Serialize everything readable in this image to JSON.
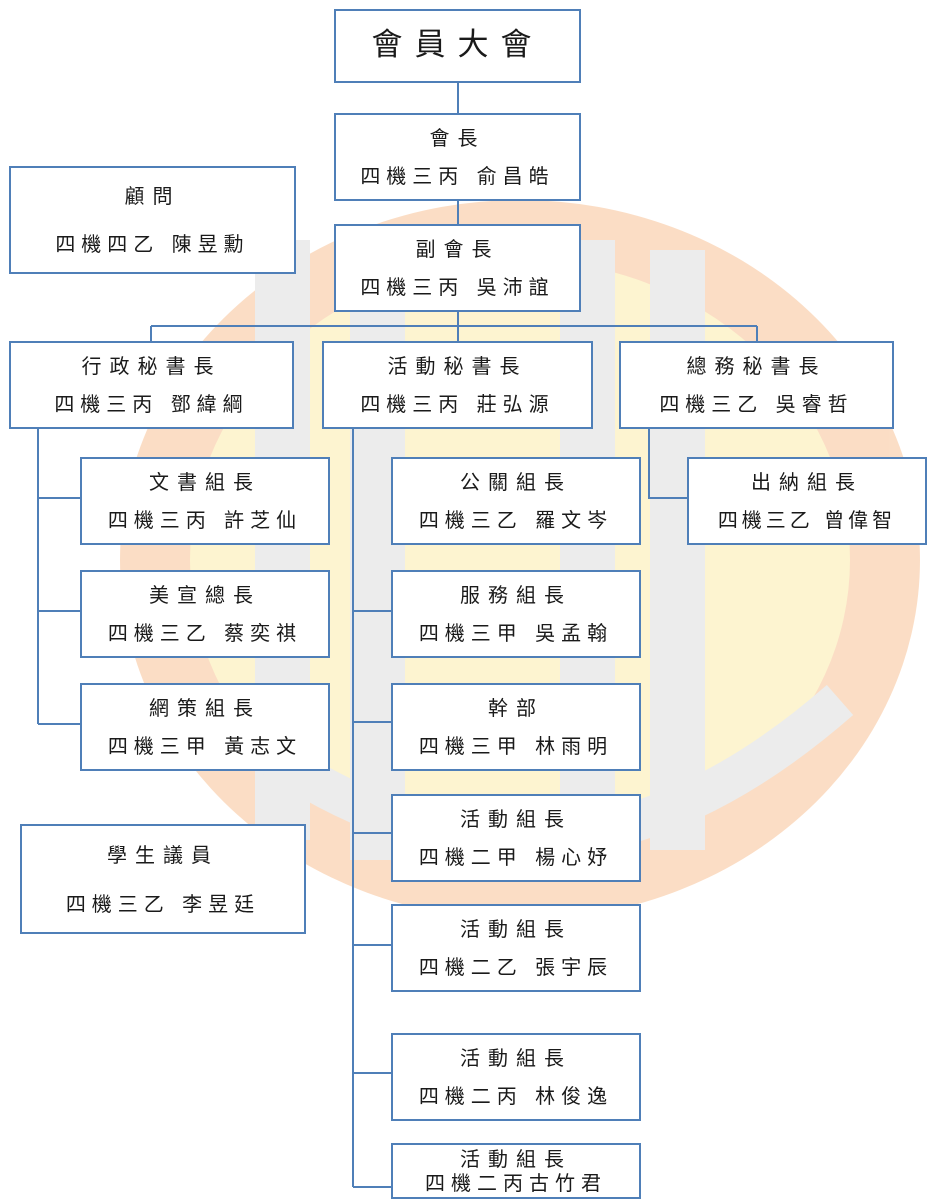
{
  "title": "會員大會",
  "nodes": {
    "president": {
      "title": "會長",
      "name": "四機三丙 俞昌皓"
    },
    "vice_president": {
      "title": "副會長",
      "name": "四機三丙 吳沛誼"
    },
    "advisor": {
      "title": "顧問",
      "name": "四機四乙 陳昱勳"
    },
    "admin_secretary": {
      "title": "行政秘書長",
      "name": "四機三丙 鄧緯綱"
    },
    "activity_secretary": {
      "title": "活動秘書長",
      "name": "四機三丙 莊弘源"
    },
    "general_secretary": {
      "title": "總務秘書長",
      "name": "四機三乙 吳睿哲"
    },
    "documents_leader": {
      "title": "文書組長",
      "name": "四機三丙 許芝仙"
    },
    "art_leader": {
      "title": "美宣總長",
      "name": "四機三乙 蔡奕祺"
    },
    "web_leader": {
      "title": "網策組長",
      "name": "四機三甲 黃志文"
    },
    "student_councilor": {
      "title": "學生議員",
      "name": "四機三乙 李昱廷"
    },
    "pr_leader": {
      "title": "公關組長",
      "name": "四機三乙 羅文岑"
    },
    "service_leader": {
      "title": "服務組長",
      "name": "四機三甲 吳孟翰"
    },
    "cadre": {
      "title": "幹部",
      "name": "四機三甲 林雨明"
    },
    "activity_leader_1": {
      "title": "活動組長",
      "name": "四機二甲 楊心妤"
    },
    "activity_leader_2": {
      "title": "活動組長",
      "name": "四機二乙 張宇辰"
    },
    "activity_leader_3": {
      "title": "活動組長",
      "name": "四機二丙 林俊逸"
    },
    "activity_leader_4": {
      "title": "活動組長",
      "name": "四機二丙古竹君"
    },
    "cashier_leader": {
      "title": "出納組長",
      "name": "四機三乙 曾偉智"
    }
  },
  "colors": {
    "border": "#4f7fb8",
    "line": "#4f7fb8",
    "watermark_orange": "#f4a15c",
    "watermark_yellow": "#fbe27a",
    "watermark_gray": "#c9c9c9"
  }
}
